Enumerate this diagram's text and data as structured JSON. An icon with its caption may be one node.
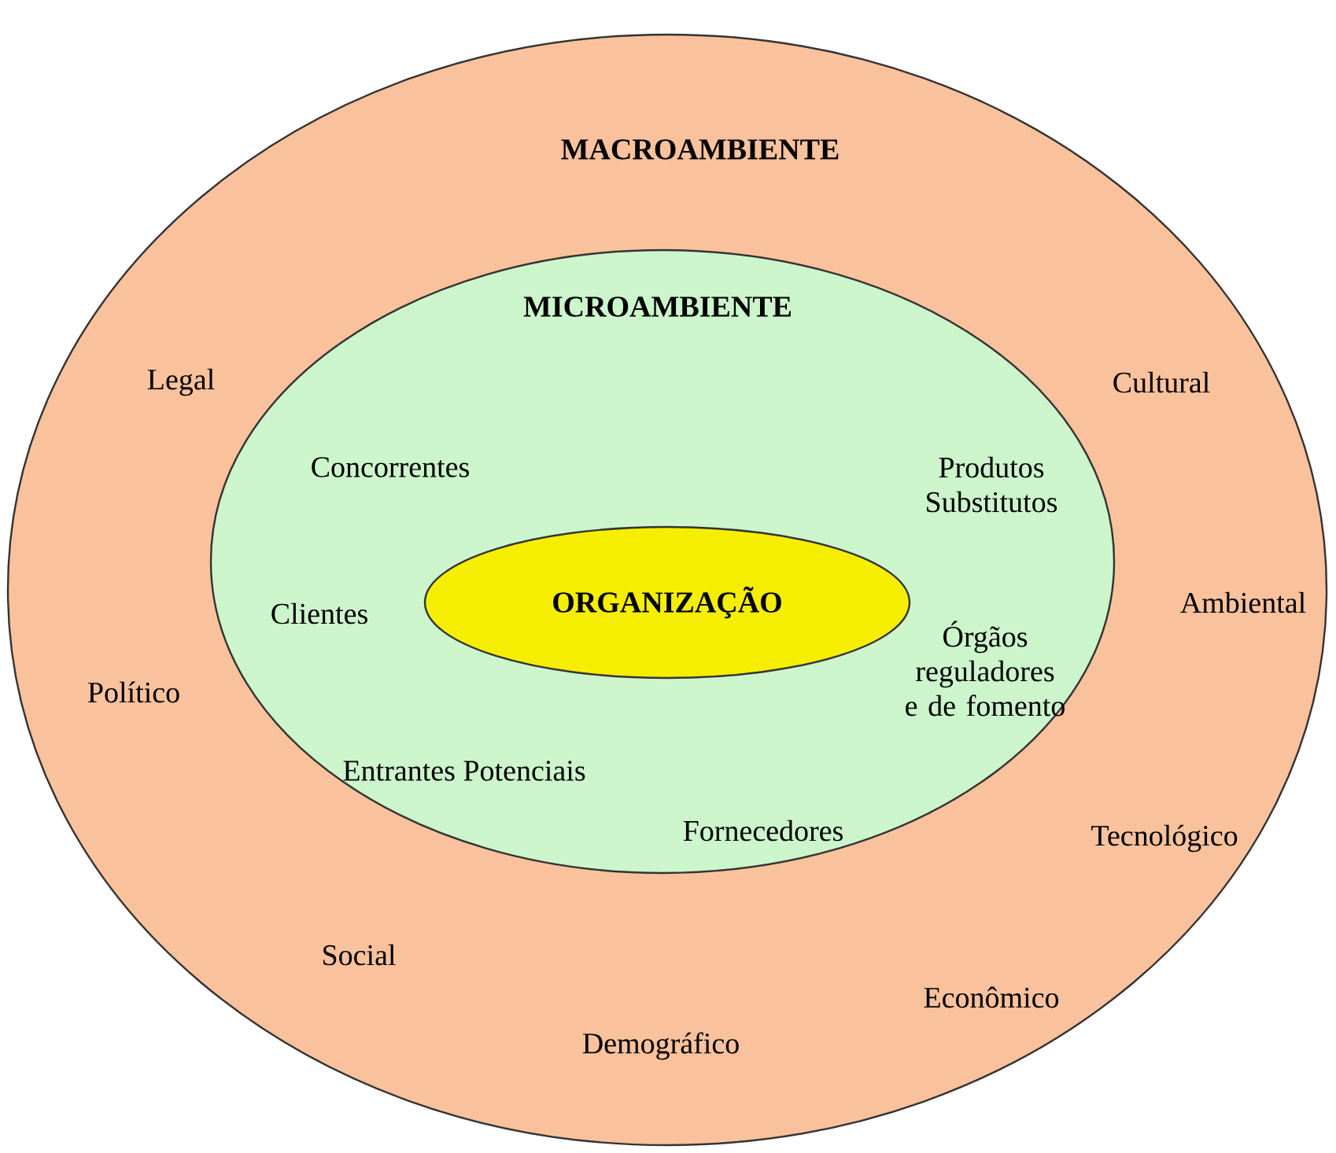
{
  "diagram": {
    "nodes": [
      {
        "text": [
          "MACROAMBIENTE"
        ]
      },
      {
        "text": [
          "MICROAMBIENTE"
        ],
        "in": 0
      },
      {
        "text": [
          "ORGANIZAÇÃO"
        ],
        "in": 1
      }
    ],
    "labels": [
      "Legal",
      "Cultural",
      "Concorrentes",
      "Produtos Substitutos",
      "Clientes",
      "Ambiental",
      "Órgãos reguladores e de fomento",
      "Político",
      "Entrantes Potenciais",
      "Fornecedores",
      "Tecnológico",
      "Social",
      "Econômico",
      "Demográfico"
    ]
  }
}
